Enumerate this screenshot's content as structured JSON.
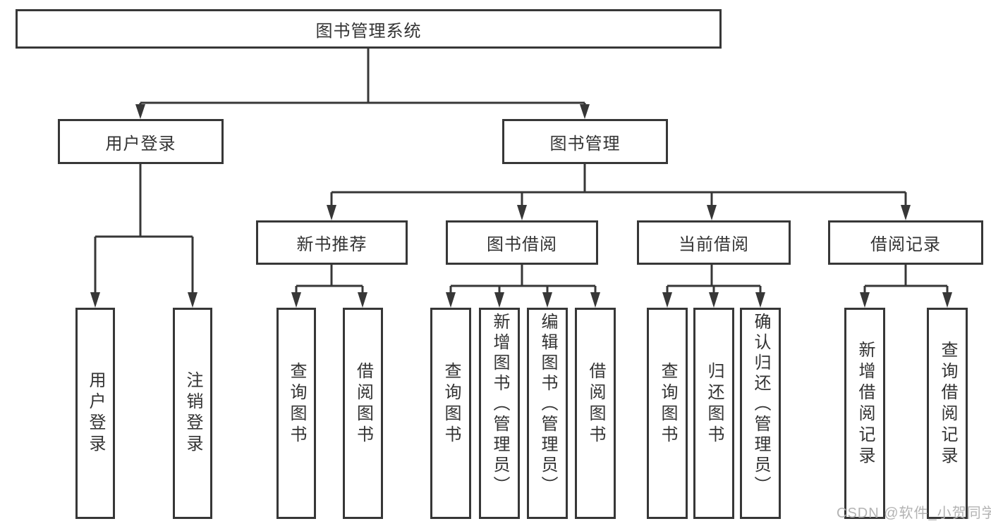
{
  "diagram": {
    "title": "图书管理系统",
    "branches": [
      {
        "label": "用户登录",
        "leaves": [
          {
            "label": "用户登录"
          },
          {
            "label": "注销登录"
          }
        ]
      },
      {
        "label": "图书管理",
        "groups": [
          {
            "label": "新书推荐",
            "leaves": [
              {
                "label": "查询图书"
              },
              {
                "label": "借阅图书"
              }
            ]
          },
          {
            "label": "图书借阅",
            "leaves": [
              {
                "label": "查询图书"
              },
              {
                "label": "新增图书（管理员）"
              },
              {
                "label": "编辑图书（管理员）"
              },
              {
                "label": "借阅图书"
              }
            ]
          },
          {
            "label": "当前借阅",
            "leaves": [
              {
                "label": "查询图书"
              },
              {
                "label": "归还图书"
              },
              {
                "label": "确认归还（管理员）"
              }
            ]
          },
          {
            "label": "借阅记录",
            "leaves": [
              {
                "label": "新增借阅记录"
              },
              {
                "label": "查询借阅记录"
              }
            ]
          }
        ]
      }
    ]
  },
  "watermark": {
    "text": "CSDN @软件_小贺同学"
  },
  "colors": {
    "line": "#373737",
    "box_border": "#373737",
    "text": "#333333",
    "watermark": "#b3b3b3",
    "background": "#ffffff"
  }
}
